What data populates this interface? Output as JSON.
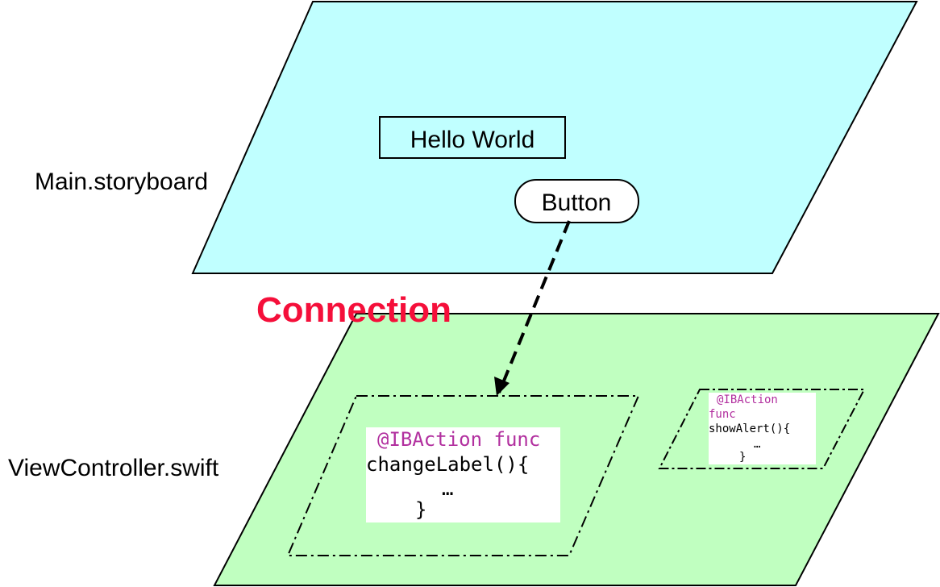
{
  "layers": {
    "storyboard": {
      "label": "Main.storyboard",
      "fill": "#c0ffff"
    },
    "controller": {
      "label": "ViewController.swift",
      "fill": "#c0ffc0"
    }
  },
  "storyboard_ui": {
    "label_text": "Hello World",
    "button_text": "Button"
  },
  "connection": {
    "label": "Connection",
    "color": "#f50f3a"
  },
  "code_blocks": {
    "primary": {
      "keyword_line": "@IBAction func",
      "name_line": "changeLabel(){",
      "body_line": "…",
      "close_line": "}"
    },
    "secondary": {
      "keyword_line_1": "@IBAction",
      "keyword_line_2": "func",
      "name_line": "showAlert(){",
      "body_line": "…",
      "close_line": "}"
    },
    "keyword_color": "#b2309f"
  }
}
